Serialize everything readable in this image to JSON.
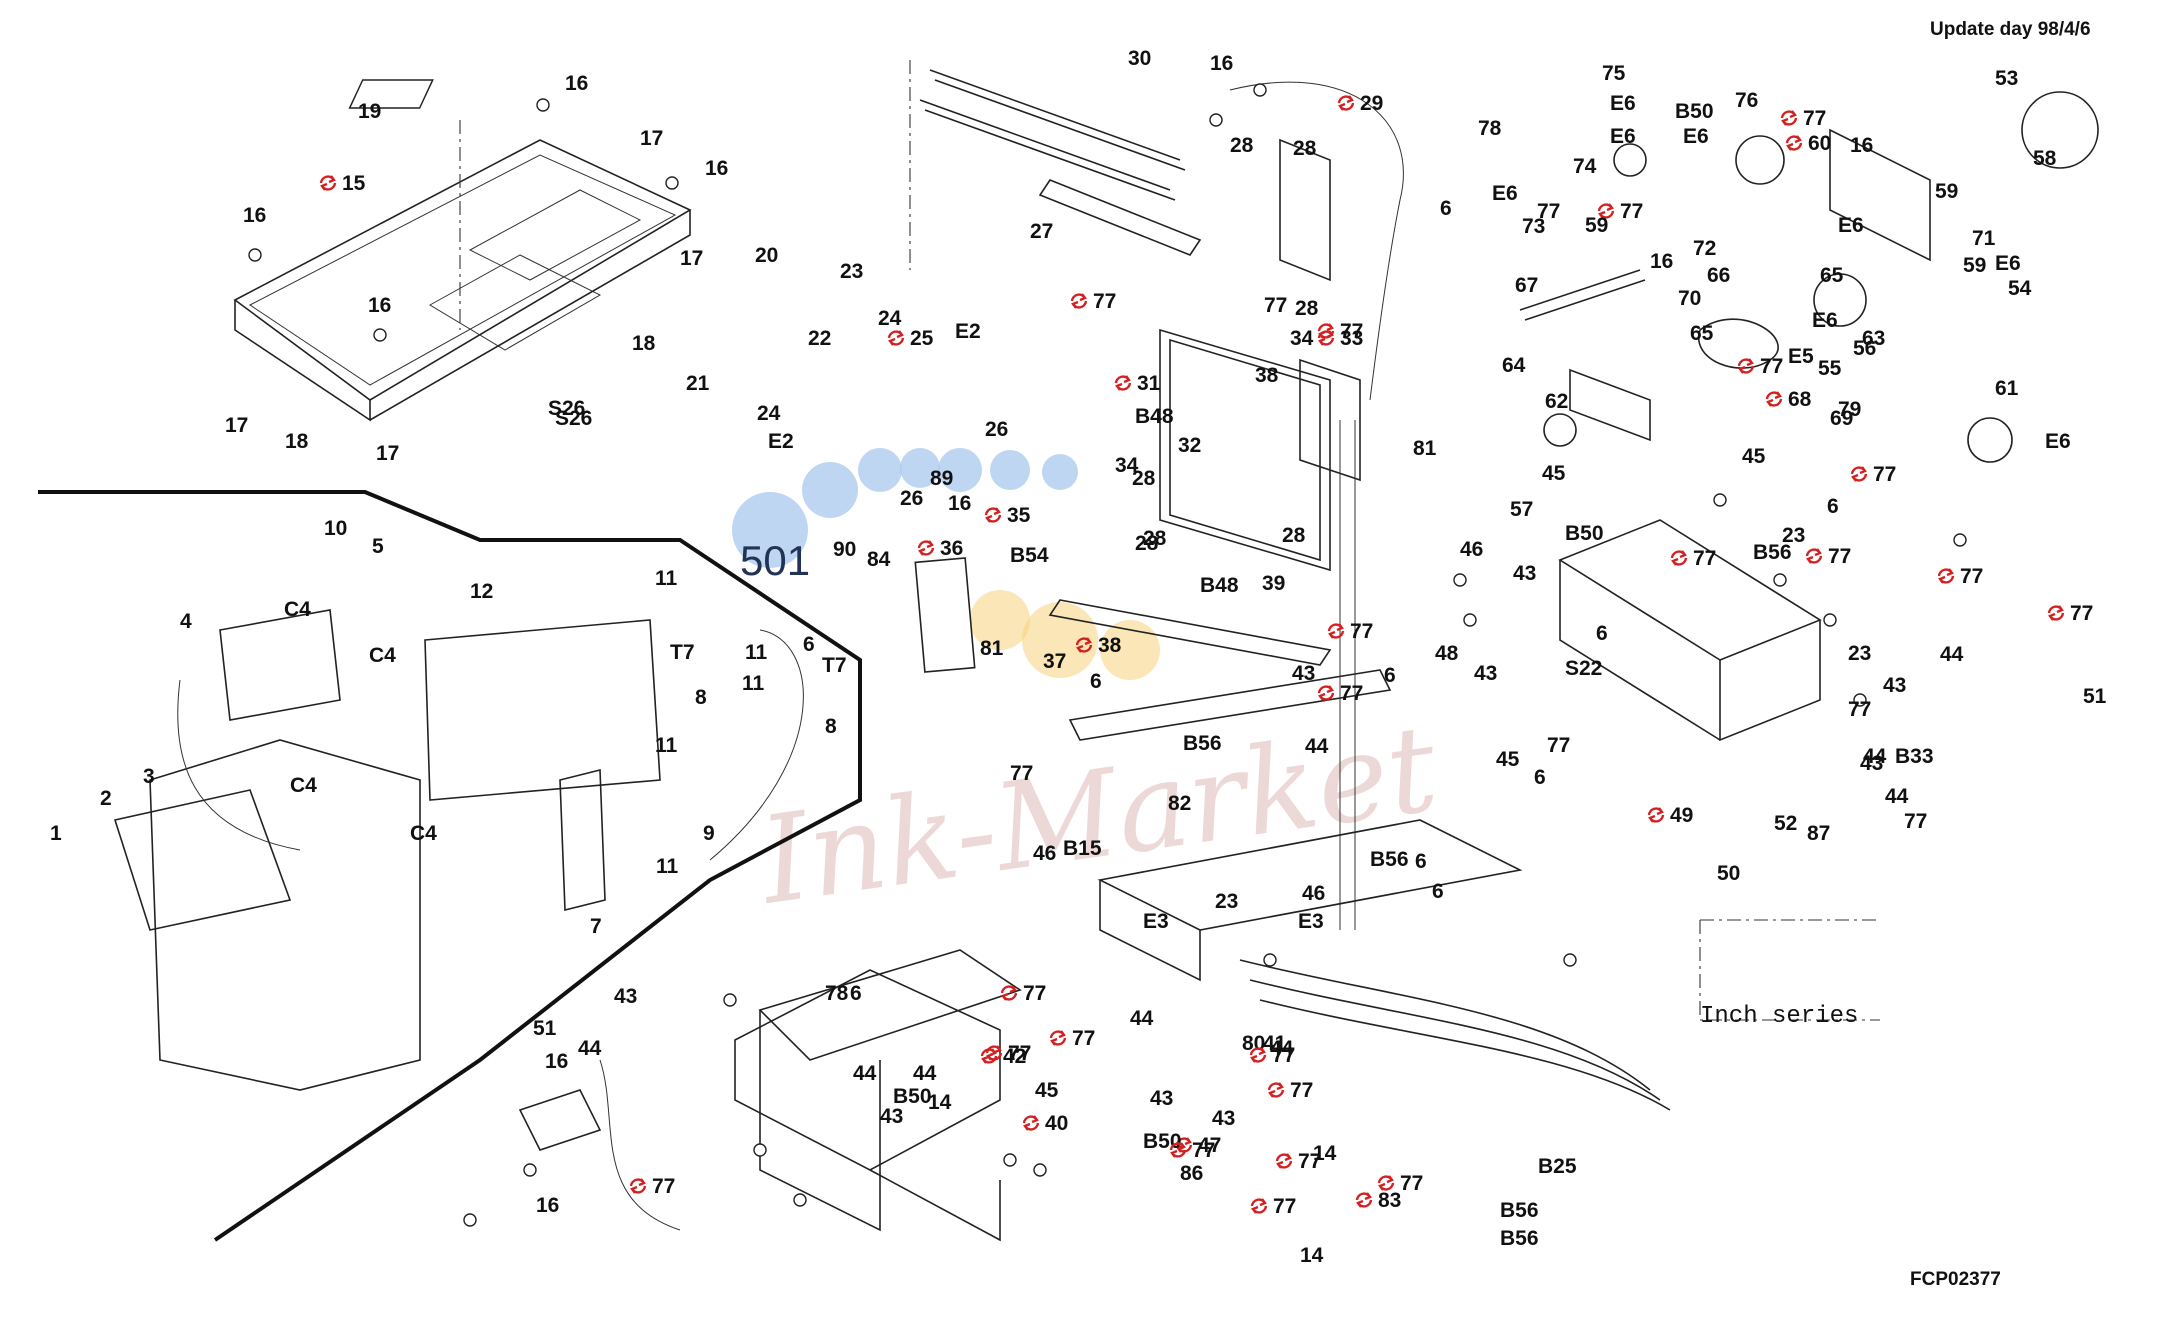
{
  "header": {
    "update_text": "Update day 98/4/6",
    "figure_code": "FCP02377"
  },
  "watermark": {
    "text": "Ink-Market"
  },
  "colors": {
    "line": "#222222",
    "replacement_mark": "#d42020",
    "logo_blue": "#a9c8ee",
    "logo_yellow": "#f6d27a",
    "watermark": "#d9a9a9"
  },
  "legend": {
    "replacement_mark_icon": "circular-arrows-icon"
  },
  "logo": {
    "number": "501"
  },
  "inch_series_label": "Inch series",
  "callouts": [
    {
      "text": "19"
    },
    {
      "text": "16"
    },
    {
      "text": "15",
      "mark": true
    },
    {
      "text": "17"
    },
    {
      "text": "16"
    },
    {
      "text": "16"
    },
    {
      "text": "17"
    },
    {
      "text": "20"
    },
    {
      "text": "23"
    },
    {
      "text": "16"
    },
    {
      "text": "18"
    },
    {
      "text": "S26"
    },
    {
      "text": "17"
    },
    {
      "text": "18"
    },
    {
      "text": "S26"
    },
    {
      "text": "17"
    },
    {
      "text": "21"
    },
    {
      "text": "22"
    },
    {
      "text": "24"
    },
    {
      "text": "25",
      "mark": true
    },
    {
      "text": "E2"
    },
    {
      "text": "24"
    },
    {
      "text": "E2"
    },
    {
      "text": "26"
    },
    {
      "text": "26"
    },
    {
      "text": "89"
    },
    {
      "text": "16"
    },
    {
      "text": "90"
    },
    {
      "text": "84"
    },
    {
      "text": "36",
      "mark": true
    },
    {
      "text": "30"
    },
    {
      "text": "16"
    },
    {
      "text": "29",
      "mark": true
    },
    {
      "text": "78"
    },
    {
      "text": "27"
    },
    {
      "text": "28"
    },
    {
      "text": "28"
    },
    {
      "text": "6"
    },
    {
      "text": "77",
      "mark": true
    },
    {
      "text": "77"
    },
    {
      "text": "28"
    },
    {
      "text": "77",
      "mark": true
    },
    {
      "text": "34"
    },
    {
      "text": "33",
      "mark": true
    },
    {
      "text": "31",
      "mark": true
    },
    {
      "text": "38"
    },
    {
      "text": "B48"
    },
    {
      "text": "32"
    },
    {
      "text": "28"
    },
    {
      "text": "81"
    },
    {
      "text": "34"
    },
    {
      "text": "28"
    },
    {
      "text": "28"
    },
    {
      "text": "35",
      "mark": true
    },
    {
      "text": "28"
    },
    {
      "text": "B54"
    },
    {
      "text": "B48"
    },
    {
      "text": "39"
    },
    {
      "text": "81"
    },
    {
      "text": "37"
    },
    {
      "text": "38",
      "mark": true
    },
    {
      "text": "10"
    },
    {
      "text": "5"
    },
    {
      "text": "12"
    },
    {
      "text": "4"
    },
    {
      "text": "C4"
    },
    {
      "text": "C4"
    },
    {
      "text": "11"
    },
    {
      "text": "T7"
    },
    {
      "text": "11"
    },
    {
      "text": "11"
    },
    {
      "text": "6"
    },
    {
      "text": "T7"
    },
    {
      "text": "8"
    },
    {
      "text": "8"
    },
    {
      "text": "3"
    },
    {
      "text": "C4"
    },
    {
      "text": "11"
    },
    {
      "text": "1"
    },
    {
      "text": "2"
    },
    {
      "text": "C4"
    },
    {
      "text": "9"
    },
    {
      "text": "11"
    },
    {
      "text": "7"
    },
    {
      "text": "6"
    },
    {
      "text": "53"
    },
    {
      "text": "75"
    },
    {
      "text": "E6"
    },
    {
      "text": "B50"
    },
    {
      "text": "76"
    },
    {
      "text": "77",
      "mark": true
    },
    {
      "text": "58"
    },
    {
      "text": "74"
    },
    {
      "text": "E6"
    },
    {
      "text": "60",
      "mark": true
    },
    {
      "text": "E6"
    },
    {
      "text": "16"
    },
    {
      "text": "59"
    },
    {
      "text": "73"
    },
    {
      "text": "77"
    },
    {
      "text": "77",
      "mark": true
    },
    {
      "text": "E6"
    },
    {
      "text": "59"
    },
    {
      "text": "E6"
    },
    {
      "text": "71"
    },
    {
      "text": "E6"
    },
    {
      "text": "72"
    },
    {
      "text": "16"
    },
    {
      "text": "54"
    },
    {
      "text": "59"
    },
    {
      "text": "67"
    },
    {
      "text": "66"
    },
    {
      "text": "65"
    },
    {
      "text": "E6"
    },
    {
      "text": "70"
    },
    {
      "text": "65"
    },
    {
      "text": "63"
    },
    {
      "text": "77",
      "mark": true
    },
    {
      "text": "E5"
    },
    {
      "text": "64"
    },
    {
      "text": "62"
    },
    {
      "text": "79"
    },
    {
      "text": "56"
    },
    {
      "text": "45"
    },
    {
      "text": "68",
      "mark": true
    },
    {
      "text": "69"
    },
    {
      "text": "61"
    },
    {
      "text": "55"
    },
    {
      "text": "45"
    },
    {
      "text": "E6"
    },
    {
      "text": "6"
    },
    {
      "text": "57"
    },
    {
      "text": "77",
      "mark": true
    },
    {
      "text": "B50"
    },
    {
      "text": "23"
    },
    {
      "text": "B56"
    },
    {
      "text": "77",
      "mark": true
    },
    {
      "text": "77",
      "mark": true
    },
    {
      "text": "77",
      "mark": true
    },
    {
      "text": "77",
      "mark": true
    },
    {
      "text": "46"
    },
    {
      "text": "43"
    },
    {
      "text": "23"
    },
    {
      "text": "44"
    },
    {
      "text": "6"
    },
    {
      "text": "S22"
    },
    {
      "text": "43"
    },
    {
      "text": "51"
    },
    {
      "text": "77"
    },
    {
      "text": "43"
    },
    {
      "text": "44"
    },
    {
      "text": "44"
    },
    {
      "text": "B33"
    },
    {
      "text": "77"
    },
    {
      "text": "77"
    },
    {
      "text": "49",
      "mark": true
    },
    {
      "text": "50"
    },
    {
      "text": "87"
    },
    {
      "text": "52"
    },
    {
      "text": "45"
    },
    {
      "text": "48"
    },
    {
      "text": "43"
    },
    {
      "text": "77",
      "mark": true
    },
    {
      "text": "77",
      "mark": true
    },
    {
      "text": "6"
    },
    {
      "text": "43"
    },
    {
      "text": "44"
    },
    {
      "text": "B56"
    },
    {
      "text": "77"
    },
    {
      "text": "B15"
    },
    {
      "text": "82"
    },
    {
      "text": "46"
    },
    {
      "text": "E3"
    },
    {
      "text": "B56"
    },
    {
      "text": "23"
    },
    {
      "text": "E3"
    },
    {
      "text": "46"
    },
    {
      "text": "6"
    },
    {
      "text": "6"
    },
    {
      "text": "6"
    },
    {
      "text": "78"
    },
    {
      "text": "6"
    },
    {
      "text": "43"
    },
    {
      "text": "44"
    },
    {
      "text": "44"
    },
    {
      "text": "77",
      "mark": true
    },
    {
      "text": "42",
      "mark": true
    },
    {
      "text": "14"
    },
    {
      "text": "77",
      "mark": true
    },
    {
      "text": "77",
      "mark": true
    },
    {
      "text": "45"
    },
    {
      "text": "43"
    },
    {
      "text": "44"
    },
    {
      "text": "43"
    },
    {
      "text": "44"
    },
    {
      "text": "44"
    },
    {
      "text": "43"
    },
    {
      "text": "47",
      "mark": true
    },
    {
      "text": "86"
    },
    {
      "text": "40",
      "mark": true
    },
    {
      "text": "80"
    },
    {
      "text": "B50"
    },
    {
      "text": "41"
    },
    {
      "text": "B50"
    },
    {
      "text": "77",
      "mark": true
    },
    {
      "text": "77",
      "mark": true
    },
    {
      "text": "51"
    },
    {
      "text": "16"
    },
    {
      "text": "77",
      "mark": true
    },
    {
      "text": "16"
    },
    {
      "text": "77",
      "mark": true
    },
    {
      "text": "77",
      "mark": true
    },
    {
      "text": "14"
    },
    {
      "text": "77",
      "mark": true
    },
    {
      "text": "14"
    },
    {
      "text": "77",
      "mark": true
    },
    {
      "text": "83",
      "mark": true
    },
    {
      "text": "B25"
    },
    {
      "text": "B56"
    },
    {
      "text": "B56"
    },
    {
      "text": "46"
    },
    {
      "text": "46"
    },
    {
      "text": "23"
    }
  ]
}
